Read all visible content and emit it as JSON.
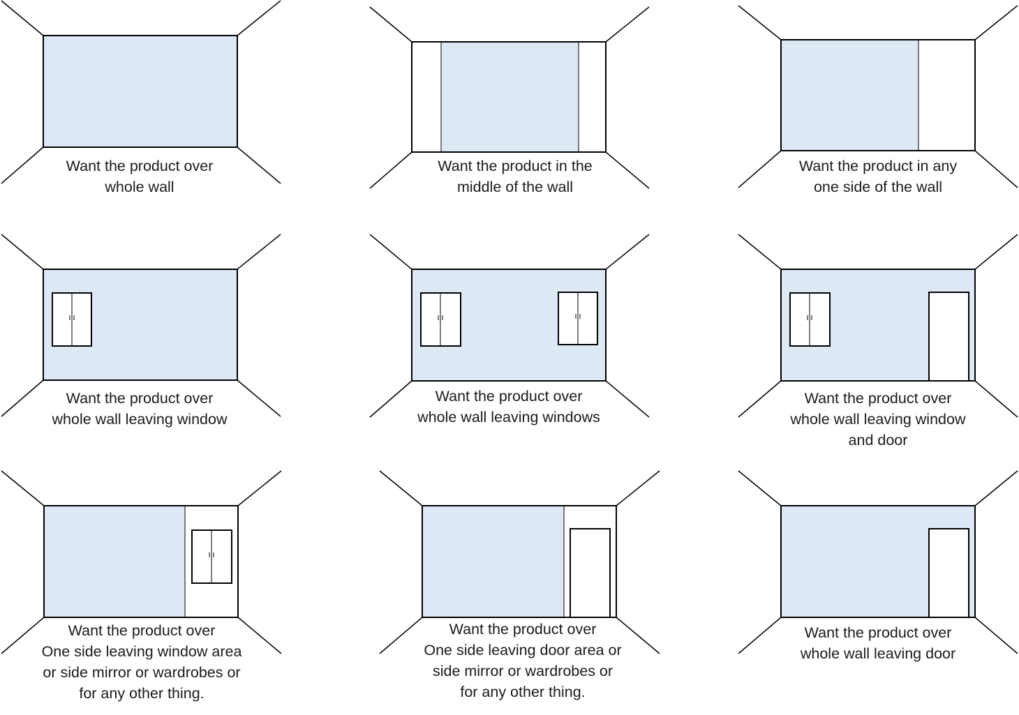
{
  "colors": {
    "product_fill": "#dde8f5",
    "line": "#000000"
  },
  "panels": [
    {
      "id": "whole-wall",
      "caption": [
        "Want the product over",
        "whole wall"
      ]
    },
    {
      "id": "middle-of-wall",
      "caption": [
        "Want the product in the",
        "middle of the wall"
      ]
    },
    {
      "id": "one-side",
      "caption": [
        "Want the product in any",
        "one side of the wall"
      ]
    },
    {
      "id": "leaving-window",
      "caption": [
        "Want the product over",
        "whole wall leaving window"
      ]
    },
    {
      "id": "leaving-windows",
      "caption": [
        "Want the product over",
        "whole wall leaving windows"
      ]
    },
    {
      "id": "leaving-window-and-door",
      "caption": [
        "Want the product over",
        "whole wall leaving window",
        "and door"
      ]
    },
    {
      "id": "one-side-leaving-window",
      "caption": [
        "Want the product over",
        "One side leaving window area",
        "or side mirror or wardrobes or",
        "for any other thing."
      ]
    },
    {
      "id": "one-side-leaving-door",
      "caption": [
        "Want the product over",
        "One side leaving door area or",
        "side mirror or wardrobes or",
        "for any other thing."
      ]
    },
    {
      "id": "leaving-door",
      "caption": [
        "Want the product over",
        "whole wall leaving door"
      ]
    }
  ]
}
